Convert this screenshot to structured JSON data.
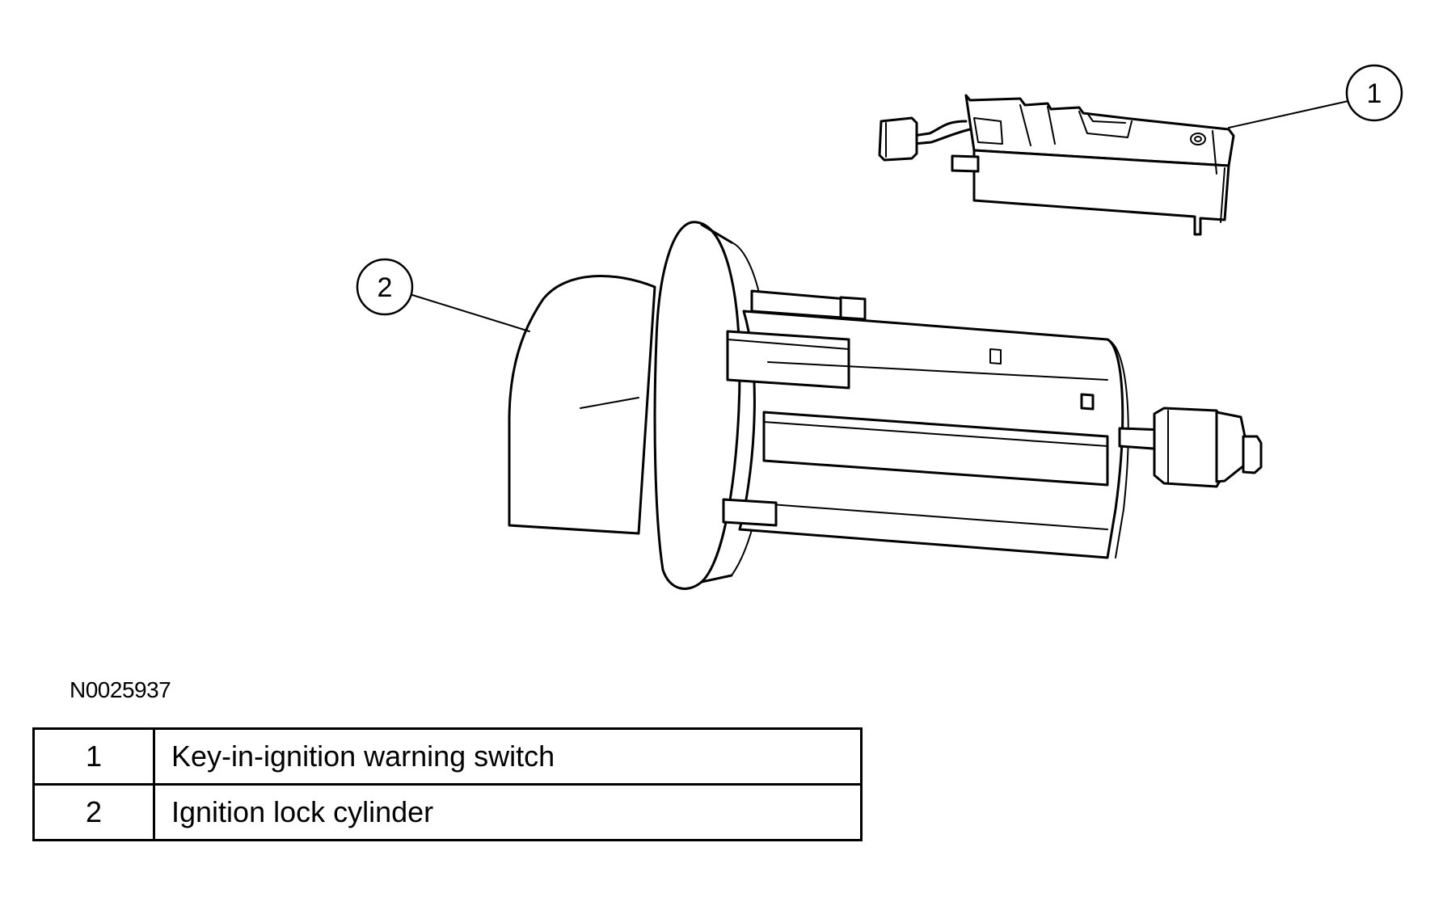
{
  "figure_id": "N0025937",
  "callouts": [
    {
      "number": "1"
    },
    {
      "number": "2"
    }
  ],
  "legend": [
    {
      "number": "1",
      "description": "Key-in-ignition warning switch"
    },
    {
      "number": "2",
      "description": "Ignition lock cylinder"
    }
  ],
  "colors": {
    "ink": "#000000",
    "paper": "#ffffff"
  }
}
